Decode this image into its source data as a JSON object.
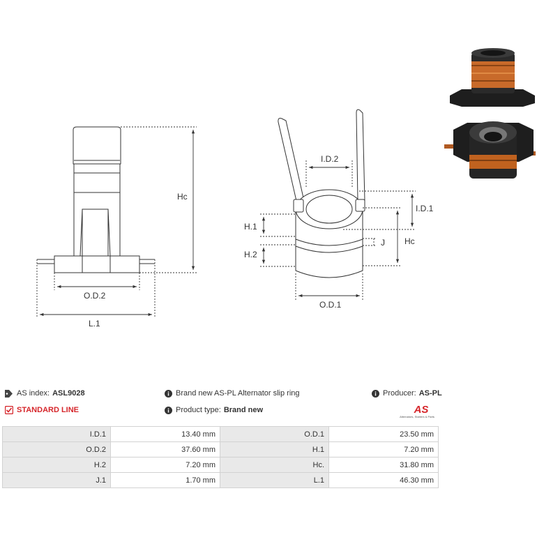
{
  "drawing": {
    "left_labels": {
      "hc": "Hc",
      "od2": "O.D.2",
      "l1": "L.1"
    },
    "right_labels": {
      "id2": "I.D.2",
      "id1": "I.D.1",
      "h1": "H.1",
      "h2": "H.2",
      "j": "J",
      "hc": "Hc",
      "od1": "O.D.1"
    }
  },
  "info": {
    "index_label": "AS index:",
    "index_value": "ASL9028",
    "standard_line": "STANDARD LINE",
    "description": "Brand new AS-PL Alternator slip ring",
    "product_type_label": "Product type:",
    "product_type_value": "Brand new",
    "producer_label": "Producer:",
    "producer_value": "AS-PL"
  },
  "logo": {
    "mark": "AS",
    "tagline": "Alternators, Starters & Parts"
  },
  "specs": [
    {
      "l1": "I.D.1",
      "v1": "13.40 mm",
      "l2": "O.D.1",
      "v2": "23.50 mm"
    },
    {
      "l1": "O.D.2",
      "v1": "37.60 mm",
      "l2": "H.1",
      "v2": "7.20 mm"
    },
    {
      "l1": "H.2",
      "v1": "7.20 mm",
      "l2": "Hc.",
      "v2": "31.80 mm"
    },
    {
      "l1": "J.1",
      "v1": "1.70 mm",
      "l2": "L.1",
      "v2": "46.30 mm"
    }
  ],
  "colors": {
    "accent": "#d6262b",
    "copper": "#c86a2a",
    "table_label_bg": "#e9e9e9",
    "table_border": "#d2d2d2"
  }
}
